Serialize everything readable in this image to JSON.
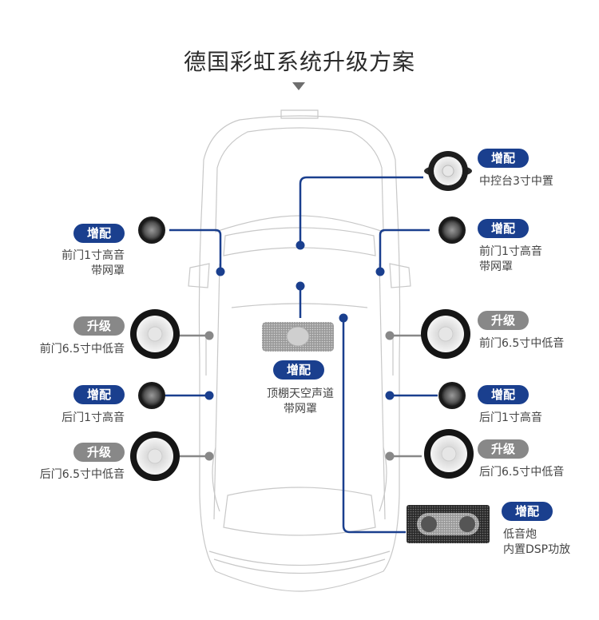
{
  "title": "德国彩虹系统升级方案",
  "colors": {
    "accent_blue": "#1a3f8e",
    "upgrade_gray": "#888888",
    "car_outline": "#c8c8c8"
  },
  "items": {
    "center_dash": {
      "badge": "增配",
      "lines": [
        "中控台3寸中置"
      ],
      "icon": "midrange-speaker-icon"
    },
    "front_tweeter_left": {
      "badge": "增配",
      "lines": [
        "前门1寸高音",
        "带网罩"
      ],
      "icon": "tweeter-icon"
    },
    "front_tweeter_right": {
      "badge": "增配",
      "lines": [
        "前门1寸高音",
        "带网罩"
      ],
      "icon": "tweeter-icon"
    },
    "front_woofer_left": {
      "badge": "升级",
      "lines": [
        "前门6.5寸中低音"
      ],
      "icon": "woofer-icon"
    },
    "front_woofer_right": {
      "badge": "升级",
      "lines": [
        "前门6.5寸中低音"
      ],
      "icon": "woofer-icon"
    },
    "rear_tweeter_left": {
      "badge": "增配",
      "lines": [
        "后门1寸高音"
      ],
      "icon": "tweeter-icon"
    },
    "rear_tweeter_right": {
      "badge": "增配",
      "lines": [
        "后门1寸高音"
      ],
      "icon": "tweeter-icon"
    },
    "rear_woofer_left": {
      "badge": "升级",
      "lines": [
        "后门6.5寸中低音"
      ],
      "icon": "woofer-icon"
    },
    "rear_woofer_right": {
      "badge": "升级",
      "lines": [
        "后门6.5寸中低音"
      ],
      "icon": "woofer-icon"
    },
    "roof": {
      "badge": "增配",
      "lines": [
        "顶棚天空声道",
        "带网罩"
      ],
      "icon": "roof-speaker-icon"
    },
    "subwoofer": {
      "badge": "增配",
      "lines": [
        "低音炮",
        "内置DSP功放"
      ],
      "icon": "subwoofer-icon"
    }
  }
}
